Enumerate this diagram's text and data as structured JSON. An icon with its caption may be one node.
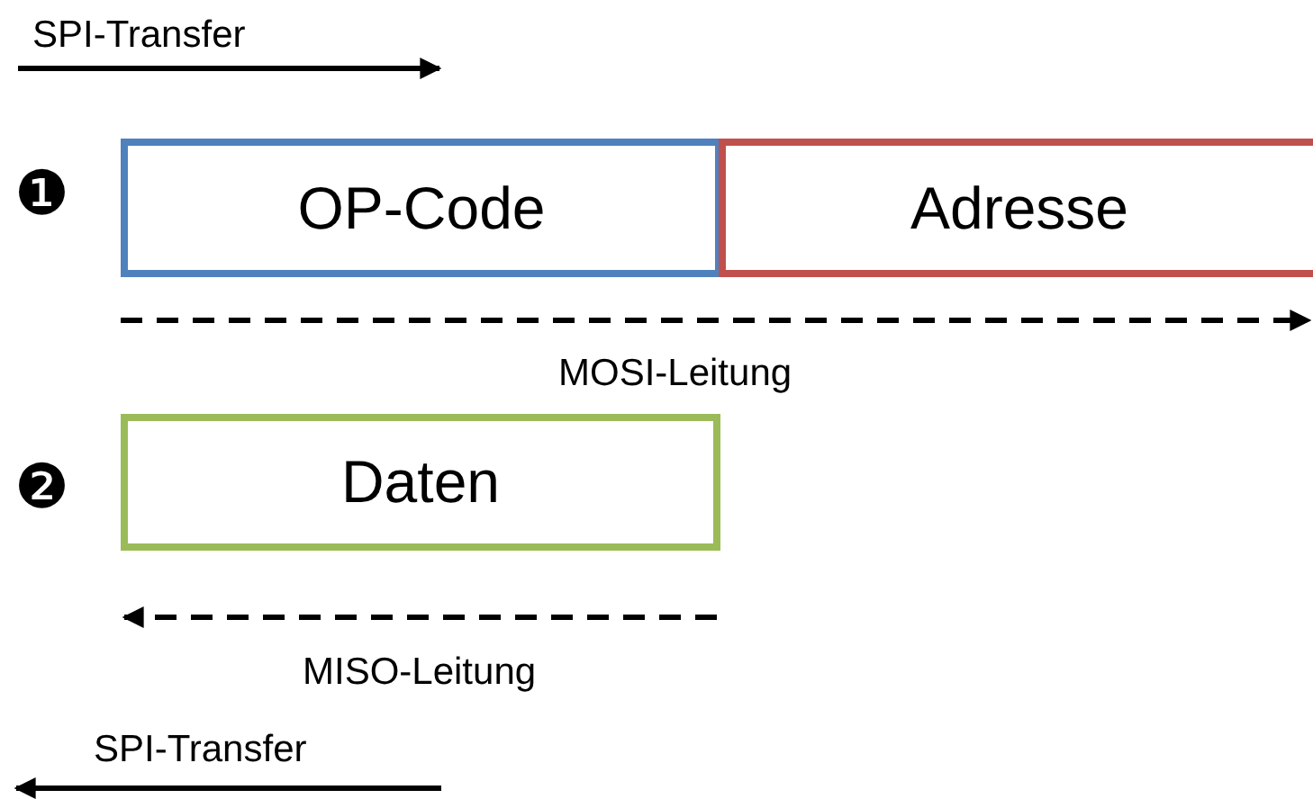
{
  "diagram": {
    "nodes": [
      {
        "text": [
          "OP-Code"
        ]
      },
      {
        "text": [
          "Adresse"
        ]
      },
      {
        "text": [
          "Daten"
        ]
      }
    ],
    "labels": [
      "SPI-Transfer",
      "❶",
      "MOSI-Leitung",
      "❷",
      "MISO-Leitung",
      "SPI-Transfer"
    ]
  }
}
